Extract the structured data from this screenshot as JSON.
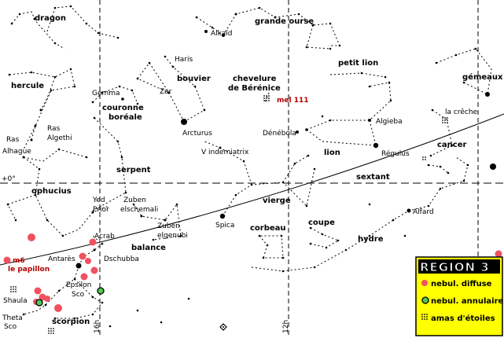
{
  "constellations": {
    "dragon": "dragon",
    "grande_ourse": "grande ourse",
    "petit_lion": "petit lion",
    "hercule": "hercule",
    "bouvier": "bouvier",
    "chevelure_1": "chevelure",
    "chevelure_2": "de Bérénice",
    "couronne_1": "couronne",
    "couronne_2": "boréale",
    "gemeaux": "gémeaux",
    "lion": "lion",
    "cancer": "cancer",
    "serpent": "serpent",
    "ophucius": "ophucius",
    "sextant": "sextant",
    "vierge": "vierge",
    "balance": "balance",
    "corbeau": "corbeau",
    "coupe": "coupe",
    "hydre": "hydre",
    "scorpion": "scorpion"
  },
  "stars": {
    "alkaid": "Alkaïd",
    "haris": "Haris",
    "zar": "Zar",
    "gemma": "Gemma",
    "arcturus": "Arcturus",
    "ras_algethi_1": "Ras",
    "ras_algethi_2": "Algethi",
    "ras_alhague_1": "Ras",
    "ras_alhague_2": "Alhague",
    "vindemiatrix": "V indemiatrix",
    "denebola": "Dénébola",
    "algieba": "Algieba",
    "regulus": "Régulus",
    "la_creche": "la crêche",
    "alfard": "Alfard",
    "yed_prior_1": "Yed",
    "yed_prior_2": "Prior",
    "zuben_elschemali_1": "Zuben",
    "zuben_elschemali_2": "elschemali",
    "zuben_elgenubi_1": "Zuben",
    "zuben_elgenubi_2": "elgenubi",
    "spica": "Spica",
    "acrab": "Acrab",
    "dschubba": "Dschubba",
    "antares": "Antarès",
    "epsilon_sco_1": "Epsilon",
    "epsilon_sco_2": "Sco",
    "shaula": "Shaula",
    "theta_sco_1": "Theta",
    "theta_sco_2": "Sco"
  },
  "objects": {
    "mel111": "mel 111",
    "m6": "m6",
    "le_papillon": "le papillon"
  },
  "axes": {
    "equator": "+0°",
    "ra_16h": "16h",
    "ra_12h": "12h"
  },
  "legend": {
    "title": "REGION 3",
    "items": [
      {
        "label": "nebul. diffuse",
        "symbol": "red-dot"
      },
      {
        "label": "nebul. annulaire",
        "symbol": "green-ring"
      },
      {
        "label": "amas d'étoiles",
        "symbol": "dot-grid"
      }
    ]
  },
  "colors": {
    "background": "#ffffff",
    "lines": "#000000",
    "nebula": "#f05060",
    "ring_nebula": "#50c850",
    "legend_bg": "#ffff00",
    "label_red": "#b00000"
  }
}
